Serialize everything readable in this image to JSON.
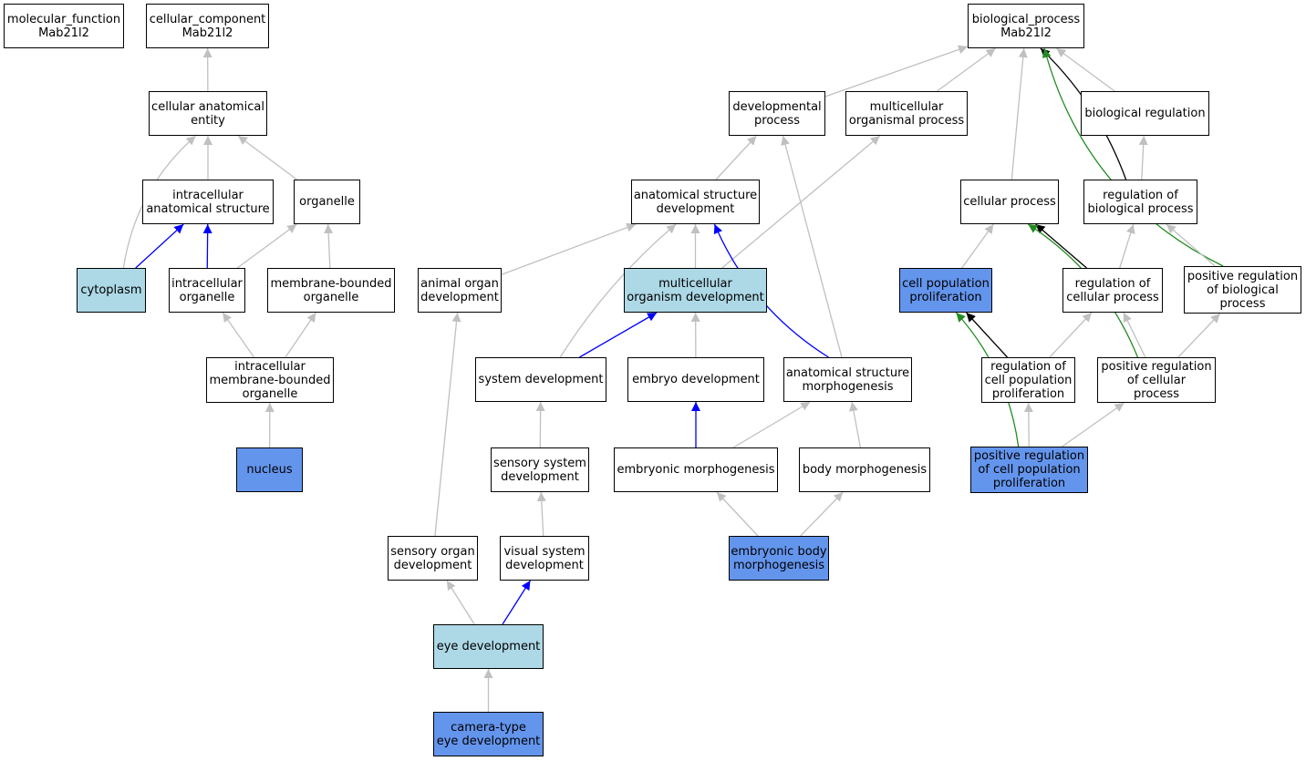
{
  "colors": {
    "light": "#add8e6",
    "blue": "#6495ed",
    "edge_gray": "#c0c0c0",
    "edge_blue": "#0000ff",
    "edge_black": "#000000",
    "edge_green": "#228b22"
  },
  "nodes": {
    "molecular_function": "molecular_function\nMab21l2",
    "cellular_component": "cellular_component\nMab21l2",
    "cellular_anatomical_entity": "cellular anatomical\nentity",
    "intracellular_anatomical_structure": "intracellular\nanatomical structure",
    "organelle": "organelle",
    "cytoplasm": "cytoplasm",
    "intracellular_organelle": "intracellular\norganelle",
    "membrane_bounded_organelle": "membrane-bounded\norganelle",
    "intracellular_membrane_bounded_organelle": "intracellular\nmembrane-bounded\norganelle",
    "nucleus": "nucleus",
    "biological_process": "biological_process\nMab21l2",
    "developmental_process": "developmental\nprocess",
    "multicellular_organismal_process": "multicellular\norganismal process",
    "biological_regulation": "biological regulation",
    "anatomical_structure_development": "anatomical structure\ndevelopment",
    "cellular_process": "cellular process",
    "regulation_of_biological_process": "regulation of\nbiological process",
    "animal_organ_development": "animal organ\ndevelopment",
    "multicellular_organism_development": "multicellular\norganism development",
    "cell_population_proliferation": "cell population\nproliferation",
    "regulation_of_cellular_process": "regulation of\ncellular process",
    "positive_regulation_of_biological_process": "positive regulation\nof biological\nprocess",
    "system_development": "system development",
    "embryo_development": "embryo development",
    "anatomical_structure_morphogenesis": "anatomical structure\nmorphogenesis",
    "regulation_of_cell_population_proliferation": "regulation of\ncell population\nproliferation",
    "positive_regulation_of_cellular_process": "positive regulation\nof cellular\nprocess",
    "sensory_system_development": "sensory system\ndevelopment",
    "embryonic_morphogenesis": "embryonic morphogenesis",
    "body_morphogenesis": "body morphogenesis",
    "positive_regulation_of_cell_population_proliferation": "positive regulation\nof cell population\nproliferation",
    "sensory_organ_development": "sensory organ\ndevelopment",
    "visual_system_development": "visual system\ndevelopment",
    "embryonic_body_morphogenesis": "embryonic body\nmorphogenesis",
    "eye_development": "eye development",
    "camera_type_eye_development": "camera-type\neye development"
  },
  "node_fill": {
    "cytoplasm": "light",
    "nucleus": "blue",
    "multicellular_organism_development": "light",
    "cell_population_proliferation": "blue",
    "embryonic_body_morphogenesis": "blue",
    "positive_regulation_of_cell_population_proliferation": "blue",
    "eye_development": "light",
    "camera_type_eye_development": "blue"
  },
  "edges": [
    {
      "from": "cellular_anatomical_entity",
      "to": "cellular_component",
      "color": "gray"
    },
    {
      "from": "intracellular_anatomical_structure",
      "to": "cellular_anatomical_entity",
      "color": "gray"
    },
    {
      "from": "organelle",
      "to": "cellular_anatomical_entity",
      "color": "gray"
    },
    {
      "from": "cytoplasm",
      "to": "cellular_anatomical_entity",
      "color": "gray"
    },
    {
      "from": "cytoplasm",
      "to": "intracellular_anatomical_structure",
      "color": "blue"
    },
    {
      "from": "intracellular_organelle",
      "to": "intracellular_anatomical_structure",
      "color": "blue"
    },
    {
      "from": "intracellular_organelle",
      "to": "organelle",
      "color": "gray"
    },
    {
      "from": "membrane_bounded_organelle",
      "to": "organelle",
      "color": "gray"
    },
    {
      "from": "intracellular_membrane_bounded_organelle",
      "to": "intracellular_organelle",
      "color": "gray"
    },
    {
      "from": "intracellular_membrane_bounded_organelle",
      "to": "membrane_bounded_organelle",
      "color": "gray"
    },
    {
      "from": "nucleus",
      "to": "intracellular_membrane_bounded_organelle",
      "color": "gray"
    },
    {
      "from": "developmental_process",
      "to": "biological_process",
      "color": "gray"
    },
    {
      "from": "multicellular_organismal_process",
      "to": "biological_process",
      "color": "gray"
    },
    {
      "from": "biological_regulation",
      "to": "biological_process",
      "color": "gray"
    },
    {
      "from": "cellular_process",
      "to": "biological_process",
      "color": "gray"
    },
    {
      "from": "regulation_of_biological_process",
      "to": "biological_process",
      "color": "black"
    },
    {
      "from": "positive_regulation_of_biological_process",
      "to": "biological_process",
      "color": "green"
    },
    {
      "from": "regulation_of_biological_process",
      "to": "biological_regulation",
      "color": "gray"
    },
    {
      "from": "anatomical_structure_development",
      "to": "developmental_process",
      "color": "gray"
    },
    {
      "from": "anatomical_structure_morphogenesis",
      "to": "developmental_process",
      "color": "gray"
    },
    {
      "from": "multicellular_organism_development",
      "to": "multicellular_organismal_process",
      "color": "gray"
    },
    {
      "from": "animal_organ_development",
      "to": "anatomical_structure_development",
      "color": "gray"
    },
    {
      "from": "multicellular_organism_development",
      "to": "anatomical_structure_development",
      "color": "gray"
    },
    {
      "from": "system_development",
      "to": "anatomical_structure_development",
      "color": "gray"
    },
    {
      "from": "anatomical_structure_morphogenesis",
      "to": "anatomical_structure_development",
      "color": "blue"
    },
    {
      "from": "system_development",
      "to": "multicellular_organism_development",
      "color": "blue"
    },
    {
      "from": "embryo_development",
      "to": "multicellular_organism_development",
      "color": "gray"
    },
    {
      "from": "cell_population_proliferation",
      "to": "cellular_process",
      "color": "gray"
    },
    {
      "from": "regulation_of_cellular_process",
      "to": "cellular_process",
      "color": "black"
    },
    {
      "from": "positive_regulation_of_cellular_process",
      "to": "cellular_process",
      "color": "green"
    },
    {
      "from": "regulation_of_cellular_process",
      "to": "regulation_of_biological_process",
      "color": "gray"
    },
    {
      "from": "positive_regulation_of_biological_process",
      "to": "regulation_of_biological_process",
      "color": "gray"
    },
    {
      "from": "regulation_of_cell_population_proliferation",
      "to": "cell_population_proliferation",
      "color": "black"
    },
    {
      "from": "positive_regulation_of_cell_population_proliferation",
      "to": "cell_population_proliferation",
      "color": "green"
    },
    {
      "from": "regulation_of_cell_population_proliferation",
      "to": "regulation_of_cellular_process",
      "color": "gray"
    },
    {
      "from": "positive_regulation_of_cellular_process",
      "to": "regulation_of_cellular_process",
      "color": "gray"
    },
    {
      "from": "positive_regulation_of_cellular_process",
      "to": "positive_regulation_of_biological_process",
      "color": "gray"
    },
    {
      "from": "positive_regulation_of_cell_population_proliferation",
      "to": "regulation_of_cell_population_proliferation",
      "color": "gray"
    },
    {
      "from": "positive_regulation_of_cell_population_proliferation",
      "to": "positive_regulation_of_cellular_process",
      "color": "gray"
    },
    {
      "from": "sensory_system_development",
      "to": "system_development",
      "color": "gray"
    },
    {
      "from": "visual_system_development",
      "to": "sensory_system_development",
      "color": "gray"
    },
    {
      "from": "embryonic_morphogenesis",
      "to": "embryo_development",
      "color": "blue"
    },
    {
      "from": "embryonic_morphogenesis",
      "to": "anatomical_structure_morphogenesis",
      "color": "gray"
    },
    {
      "from": "body_morphogenesis",
      "to": "anatomical_structure_morphogenesis",
      "color": "gray"
    },
    {
      "from": "embryonic_body_morphogenesis",
      "to": "embryonic_morphogenesis",
      "color": "gray"
    },
    {
      "from": "embryonic_body_morphogenesis",
      "to": "body_morphogenesis",
      "color": "gray"
    },
    {
      "from": "sensory_organ_development",
      "to": "animal_organ_development",
      "color": "gray"
    },
    {
      "from": "eye_development",
      "to": "sensory_organ_development",
      "color": "gray"
    },
    {
      "from": "eye_development",
      "to": "visual_system_development",
      "color": "blue"
    },
    {
      "from": "camera_type_eye_development",
      "to": "eye_development",
      "color": "gray"
    }
  ]
}
